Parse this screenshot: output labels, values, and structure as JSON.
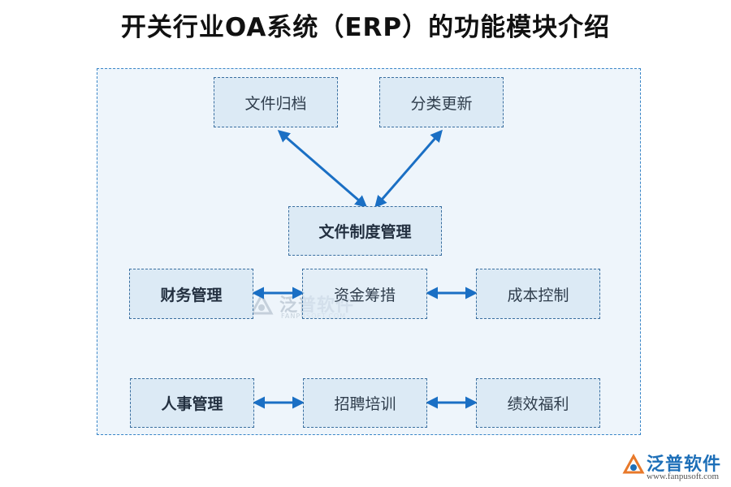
{
  "title": "开关行业OA系统（ERP）的功能模块介绍",
  "nodes": {
    "file_archive": "文件归档",
    "category_update": "分类更新",
    "file_system_mgmt": "文件制度管理",
    "finance_mgmt": "财务管理",
    "fundraising": "资金筹措",
    "cost_control": "成本控制",
    "hr_mgmt": "人事管理",
    "recruit_training": "招聘培训",
    "performance_welfare": "绩效福利"
  },
  "watermark": {
    "text": "泛普软件",
    "sub": "FANPUSOFT.COM"
  },
  "logo": {
    "brand": "泛普软件",
    "url": "www.fanpusoft.com"
  },
  "colors": {
    "arrow": "#1a6fc4",
    "node_border": "#3a6fa0",
    "node_fill": "#dceaf5",
    "panel_fill": "#eef5fb"
  }
}
